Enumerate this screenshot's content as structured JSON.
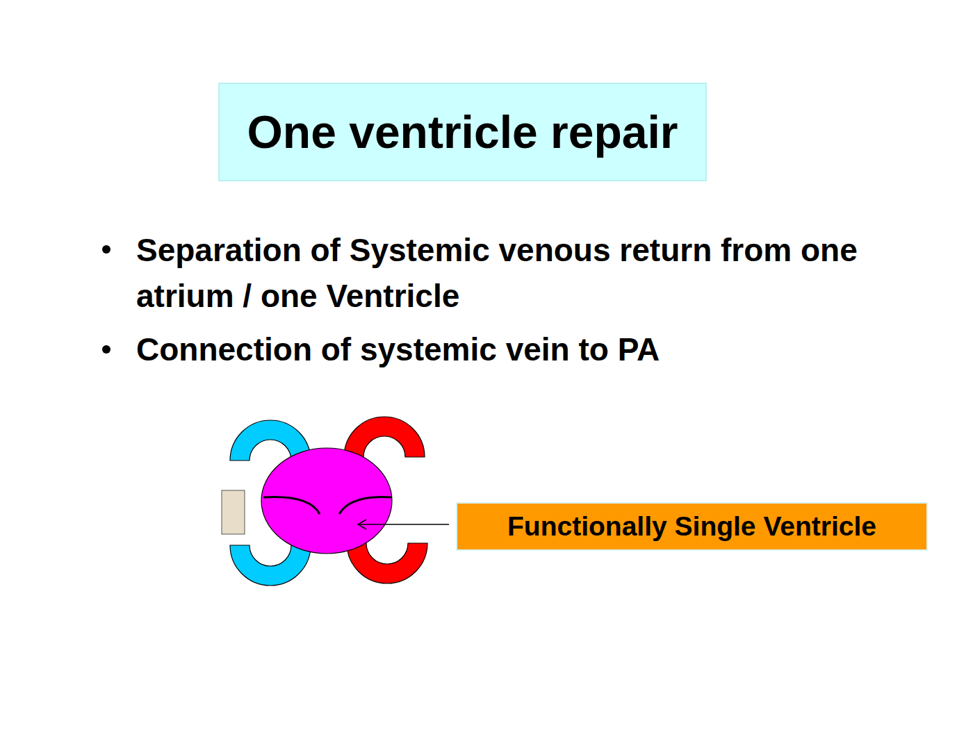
{
  "diagram": {
    "title": "One ventricle repair",
    "nodes": [
      {
        "text": [
          "Functionally Single Ventricle"
        ]
      }
    ],
    "labels": [
      "Separation of Systemic venous return from one atrium / one Ventricle",
      "Connection of systemic vein to PA"
    ]
  }
}
